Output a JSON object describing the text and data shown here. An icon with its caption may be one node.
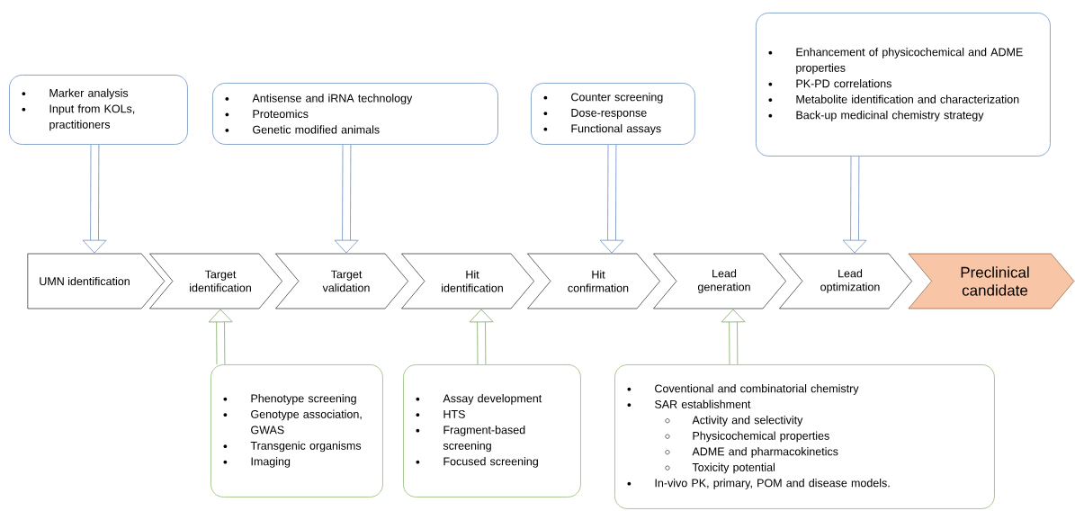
{
  "diagram": {
    "nodes": [
      {
        "text": [
          "UMN identification"
        ]
      },
      {
        "text": [
          "Target identification"
        ]
      },
      {
        "text": [
          "Target validation"
        ]
      },
      {
        "text": [
          "Hit identification"
        ]
      },
      {
        "text": [
          "Hit confirmation"
        ]
      },
      {
        "text": [
          "Lead generation"
        ]
      },
      {
        "text": [
          "Lead optimization"
        ]
      },
      {
        "text": [
          "Preclinical candidate"
        ]
      },
      {
        "text": [
          "Marker analysis",
          "Input from KOLs, practitioners"
        ]
      },
      {
        "text": [
          "Antisense and iRNA technology",
          "Proteomics",
          "Genetic modified animals"
        ]
      },
      {
        "text": [
          "Counter screening",
          "Dose-response",
          "Functional assays"
        ]
      },
      {
        "text": [
          "Enhancement of physicochemical and ADME properties",
          "PK-PD correlations",
          "Metabolite identification and characterization",
          "Back-up medicinal chemistry strategy"
        ]
      },
      {
        "text": [
          "Phenotype screening",
          "Genotype association, GWAS",
          "Transgenic organisms",
          "Imaging"
        ]
      },
      {
        "text": [
          "Assay development",
          "HTS",
          "Fragment-based screening",
          "Focused screening"
        ]
      },
      {
        "text": [
          "Coventional and combinatorial chemistry",
          "SAR establishment",
          "Activity and selectivity",
          "Physicochemical properties",
          "ADME and pharmacokinetics",
          "Toxicity potential",
          "In-vivo PK, primary, POM and disease models."
        ]
      }
    ],
    "edges": [
      {
        "from": 8,
        "to": 0,
        "arrow": "to"
      },
      {
        "from": 9,
        "to": 2,
        "arrow": "to"
      },
      {
        "from": 10,
        "to": 4,
        "arrow": "to"
      },
      {
        "from": 11,
        "to": 6,
        "arrow": "to"
      },
      {
        "from": 12,
        "to": 1,
        "arrow": "to",
        "color": "#8db36e"
      },
      {
        "from": 13,
        "to": 3,
        "arrow": "to",
        "color": "#8db36e"
      },
      {
        "from": 14,
        "to": 5,
        "arrow": "to",
        "color": "#8db36e"
      }
    ]
  }
}
